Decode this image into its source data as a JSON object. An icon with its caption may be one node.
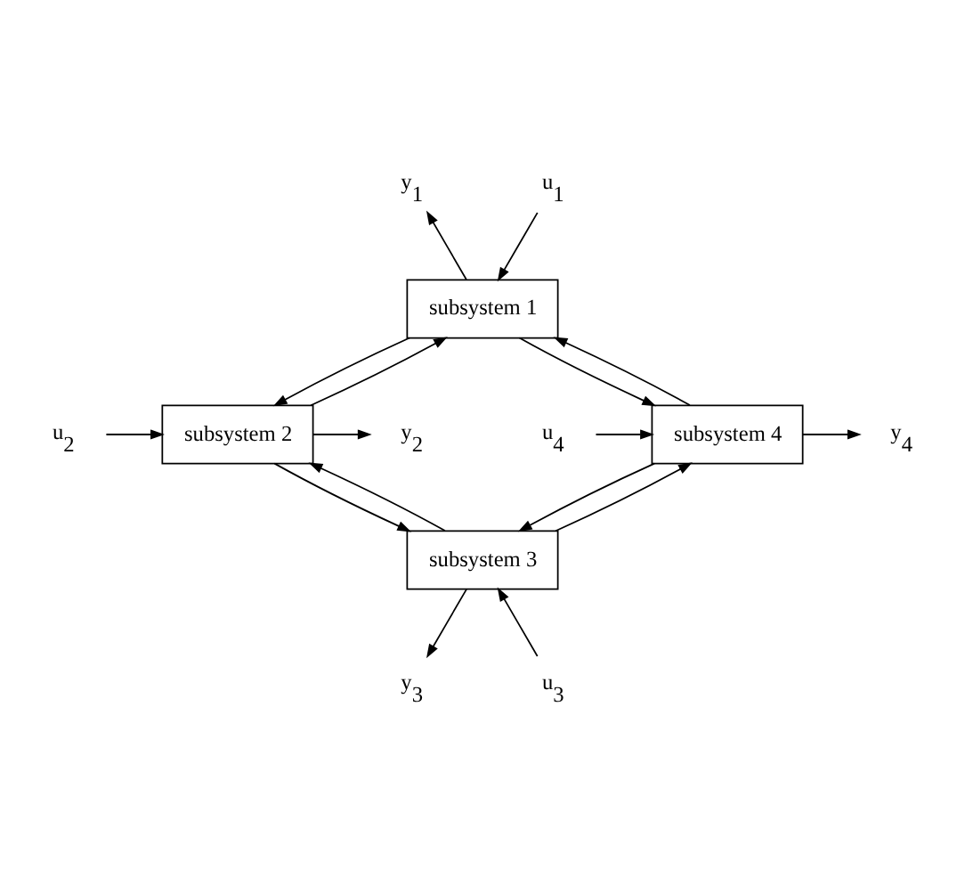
{
  "diagram": {
    "nodes": [
      {
        "text": [
          "y$_{1}$"
        ]
      },
      {
        "text": [
          "u$_{1}$"
        ]
      },
      {
        "text": [
          "subsystem 1"
        ]
      },
      {
        "text": [
          "u$_{4}$"
        ]
      },
      {
        "text": [
          "y$_{4}$"
        ]
      },
      {
        "text": [
          "subsystem 4"
        ]
      },
      {
        "text": [
          "subsystem 2"
        ]
      },
      {
        "text": [
          "y$_{2}$"
        ]
      },
      {
        "text": [
          "u$_{2}$"
        ]
      },
      {
        "text": [
          "subsystem 3"
        ]
      },
      {
        "text": [
          "u$_{3}$"
        ]
      },
      {
        "text": [
          "y$_{3}$"
        ]
      }
    ],
    "edges": [
      {
        "from": 1,
        "to": 2,
        "arrow": "to"
      },
      {
        "from": 2,
        "to": 0,
        "arrow": "to"
      },
      {
        "from": 2,
        "to": 6,
        "arrow": "to"
      },
      {
        "from": 6,
        "to": 2,
        "arrow": "to"
      },
      {
        "from": 6,
        "to": 7,
        "arrow": "to"
      },
      {
        "from": 8,
        "to": 6,
        "arrow": "to"
      },
      {
        "from": 6,
        "to": 9,
        "arrow": "to"
      },
      {
        "from": 9,
        "to": 6,
        "arrow": "to"
      },
      {
        "from": 10,
        "to": 9,
        "arrow": "to"
      },
      {
        "from": 9,
        "to": 11,
        "arrow": "to"
      },
      {
        "from": 9,
        "to": 5,
        "arrow": "to"
      },
      {
        "from": 5,
        "to": 9,
        "arrow": "to"
      },
      {
        "from": 5,
        "to": 2,
        "arrow": "to"
      },
      {
        "from": 2,
        "to": 5,
        "arrow": "to"
      },
      {
        "from": 3,
        "to": 5,
        "arrow": "to"
      },
      {
        "from": 5,
        "to": 4,
        "arrow": "to"
      }
    ]
  }
}
